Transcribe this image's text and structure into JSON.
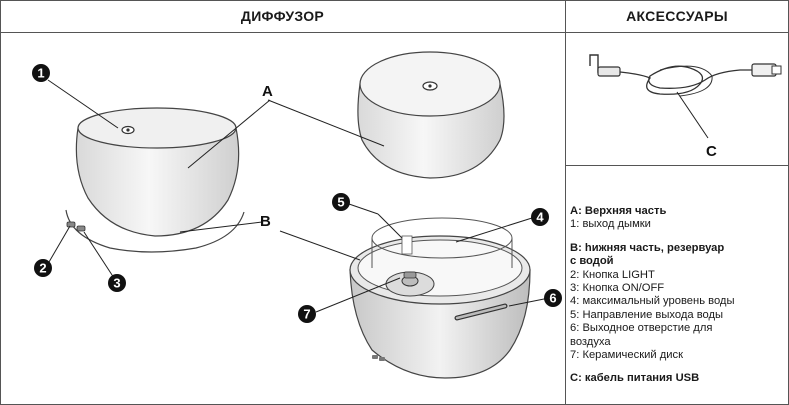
{
  "headers": {
    "diffuser": "ДИФФУЗОР",
    "accessories": "АКСЕССУАРЫ"
  },
  "callouts": {
    "a": "A",
    "b": "B",
    "c": "C",
    "n1": "1",
    "n2": "2",
    "n3": "3",
    "n4": "4",
    "n5": "5",
    "n6": "6",
    "n7": "7"
  },
  "legend": {
    "a_title": "A: Верхняя часть",
    "a_1": "1: выход дымки",
    "b_title_line1": "B: hижняя часть, резервуар",
    "b_title_line2": "с водой",
    "b_2": "2: Кнопка LIGHT",
    "b_3": "3: Кнопка ON/OFF",
    "b_4": "4: максимальный уровень воды",
    "b_5": "5: Направление выхода воды",
    "b_6_line1": "6: Выходное отверстие для",
    "b_6_line2": "воздуха",
    "b_7": "7: Керамический диск",
    "c_title": "C: кабель питания USB"
  }
}
